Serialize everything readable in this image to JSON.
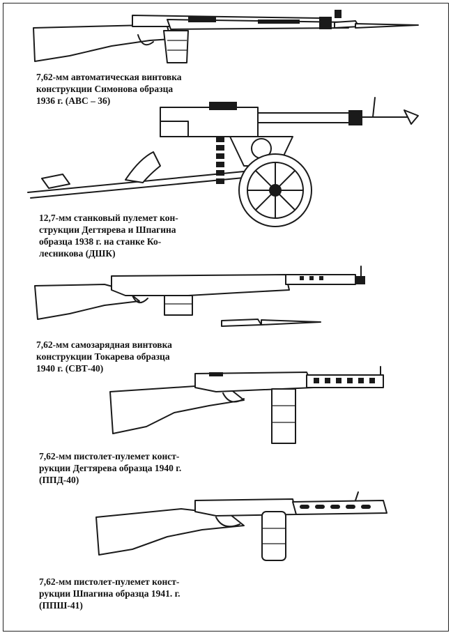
{
  "captions": [
    {
      "lines": [
        "7,62-мм автоматическая винтовка",
        "конструкции Симонова образца",
        "1936 г. (АВС – 36)"
      ]
    },
    {
      "lines": [
        "12,7-мм станковый пулемет кон-",
        "струкции Дегтярева и Шпагина",
        "образца 1938 г. на станке Ко-",
        "лесникова (ДШК)"
      ]
    },
    {
      "lines": [
        "7,62-мм самозарядная винтовка",
        "конструкции Токарева образца",
        "1940 г. (СВТ-40)"
      ]
    },
    {
      "lines": [
        "7,62-мм пистолет-пулемет конст-",
        "рукции Дегтярева образца 1940 г.",
        "(ППД-40)"
      ]
    },
    {
      "lines": [
        "7,62-мм пистолет-пулемет конст-",
        "рукции Шпагина образца 1941. г.",
        "(ППШ-41)"
      ]
    }
  ],
  "illustrations": {
    "avs36": "avs36-rifle-drawing",
    "dshk": "dshk-machine-gun-drawing",
    "svt40": "svt40-rifle-drawing",
    "ppd40": "ppd40-submachine-gun-drawing",
    "ppsh41": "ppsh41-submachine-gun-drawing"
  }
}
